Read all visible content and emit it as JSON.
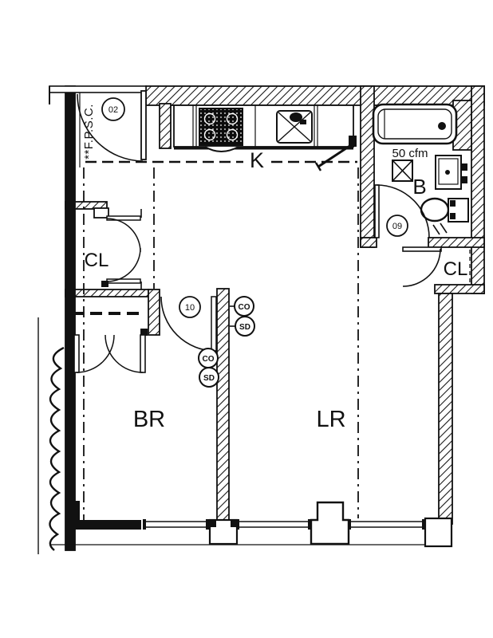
{
  "plan": {
    "rooms": {
      "kitchen": {
        "label": "K"
      },
      "bathroom": {
        "label": "B"
      },
      "bedroom": {
        "label": "BR"
      },
      "living_room": {
        "label": "LR"
      },
      "closet_left": {
        "label": "CL"
      },
      "closet_right": {
        "label": "CL"
      }
    },
    "annotations": {
      "entry_rating": "**F.P.S.C.",
      "exhaust_fan": "50 cfm"
    },
    "door_tags": {
      "entry": "02",
      "bathroom": "09",
      "bedroom": "10"
    },
    "detectors": {
      "carbon_monoxide": "CO",
      "smoke": "SD"
    },
    "colors": {
      "ink": "#111111",
      "paper": "#ffffff"
    }
  }
}
